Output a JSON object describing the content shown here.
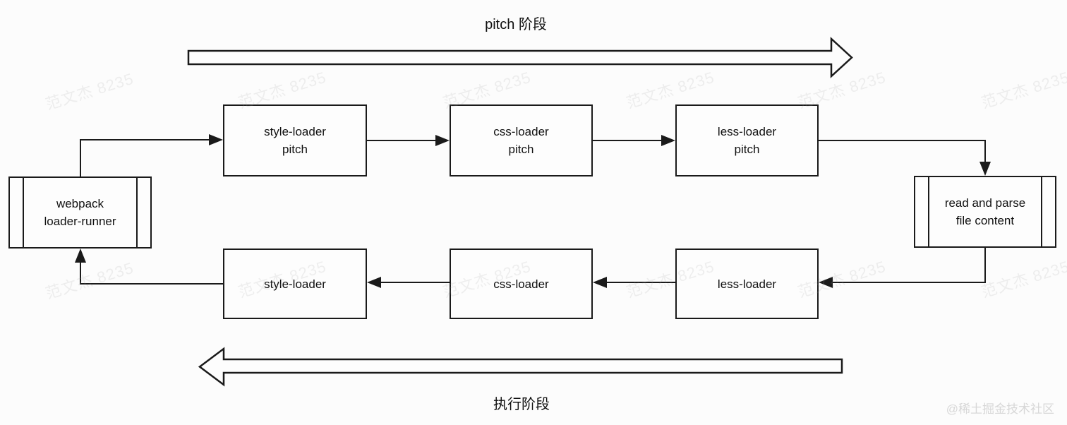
{
  "phases": {
    "pitch": {
      "label": "pitch 阶段"
    },
    "execute": {
      "label": "执行阶段"
    }
  },
  "nodes": {
    "webpack_loader_runner": {
      "label": "webpack\nloader-runner"
    },
    "style_loader_pitch": {
      "label": "style-loader\npitch"
    },
    "css_loader_pitch": {
      "label": "css-loader\npitch"
    },
    "less_loader_pitch": {
      "label": "less-loader\npitch"
    },
    "read_and_parse": {
      "label": "read and parse\nfile content"
    },
    "style_loader": {
      "label": "style-loader"
    },
    "css_loader": {
      "label": "css-loader"
    },
    "less_loader": {
      "label": "less-loader"
    }
  },
  "watermark": {
    "text": "范文杰 8235"
  },
  "brand": {
    "text": "@稀土掘金技术社区"
  },
  "colors": {
    "line": "#1a1a1a",
    "background": "#fcfcfc",
    "watermark": "#efefef",
    "brand_watermark": "#d7d7d7"
  }
}
